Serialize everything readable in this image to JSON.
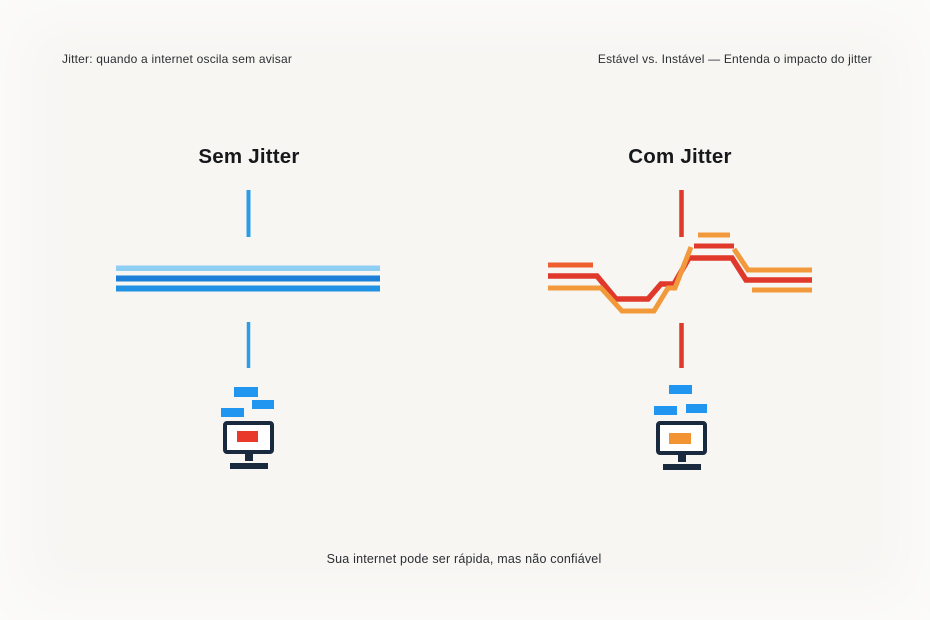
{
  "header": {
    "left_caption": "Jitter: quando a internet oscila sem avisar",
    "right_caption": "Estável vs. Instável — Entenda o impacto do jitter"
  },
  "panels": {
    "left": {
      "title": "Sem Jitter"
    },
    "right": {
      "title": "Com Jitter"
    }
  },
  "footer": {
    "caption": "Sua internet pode ser rápida, mas não confiável"
  },
  "icons": {
    "left_device": "monitor-icon",
    "right_device": "monitor-icon"
  },
  "colors": {
    "bg": "#f7f6f3",
    "text": "#17181b",
    "caption": "#2b2e33",
    "blue": "#2b9de4",
    "blue_light": "#90cff4",
    "blue_mid": "#1b7fd8",
    "blue_deep": "#2191e4",
    "packet_blue": "#2196f0",
    "red": "#e0382b",
    "orange": "#f2993b",
    "red_orange": "#ed5f2f",
    "navy": "#1a2a3e",
    "screen_red": "#e8392b",
    "screen_orange": "#f29433"
  }
}
